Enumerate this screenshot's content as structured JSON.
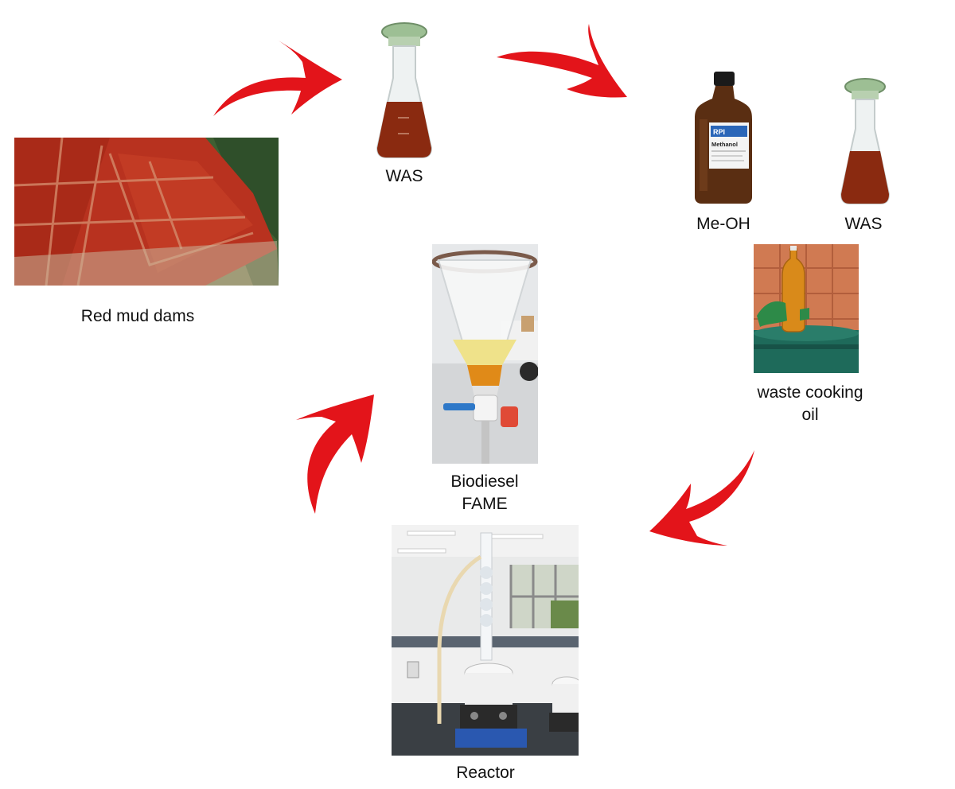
{
  "labels": {
    "red_mud": "Red mud dams",
    "was_top": "WAS",
    "meoh": "Me-OH",
    "was_right": "WAS",
    "wco_line1": "waste cooking",
    "wco_line2": "oil",
    "biodiesel_line1": "Biodiesel",
    "biodiesel_line2": "FAME",
    "reactor": "Reactor"
  },
  "bottle_label": {
    "brand": "RPI",
    "name": "Methanol"
  },
  "colors": {
    "arrow": "#e3141a",
    "red_mud": "#c0321e",
    "was_liquid": "#8a2a10",
    "oil": "#d98a1a"
  }
}
